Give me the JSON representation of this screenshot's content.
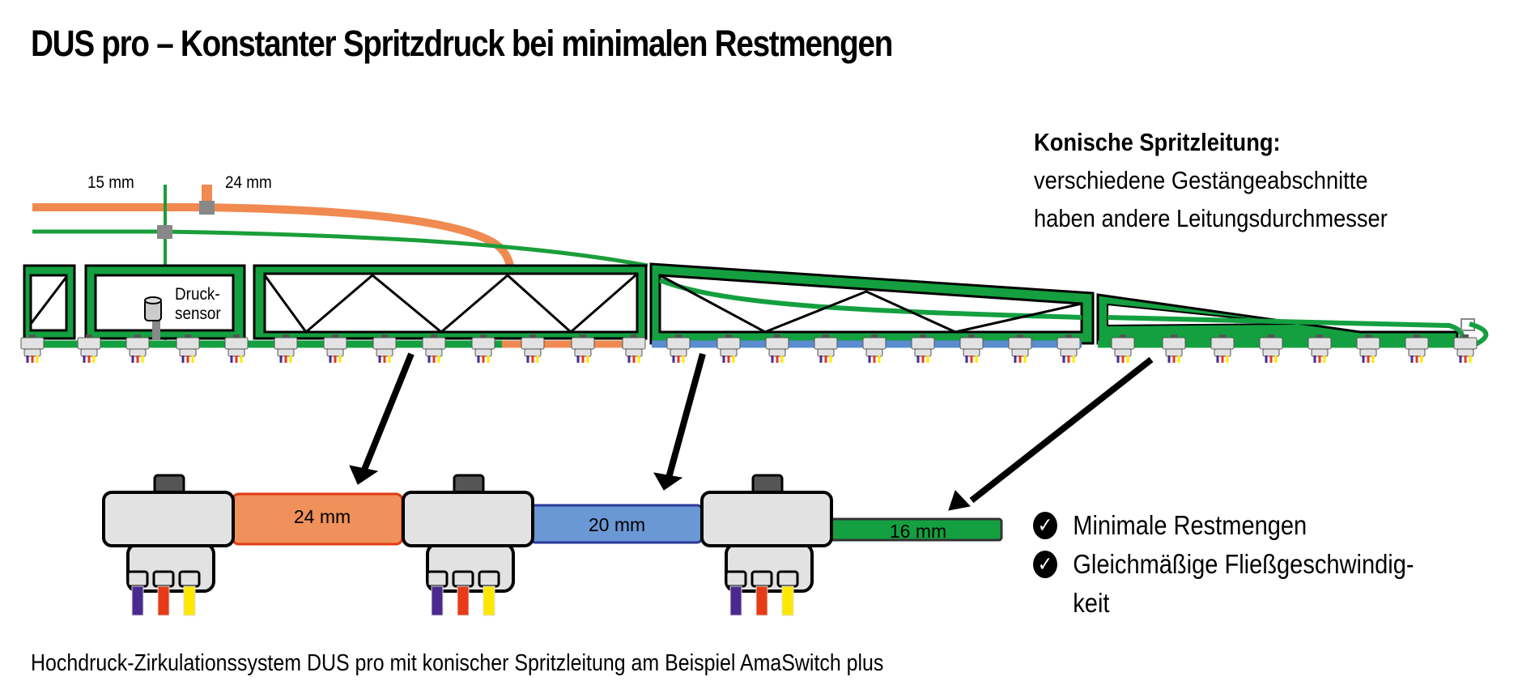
{
  "title": "DUS pro – Konstanter Spritzdruck bei minimalen Restmengen",
  "supply_lines": [
    {
      "label": "15 mm",
      "color": "#1a9e3a"
    },
    {
      "label": "24 mm",
      "color": "#f08a50"
    }
  ],
  "sensor_label_line1": "Druck-",
  "sensor_label_line2": "sensor",
  "info": {
    "heading": "Konische Spritzleitung:",
    "line1": "verschiedene Gestängeabschnitte",
    "line2": "haben andere Leitungsdurchmesser"
  },
  "detail_pipes": [
    {
      "label": "24 mm",
      "fill": "#f0905a",
      "stroke": "#e03a10"
    },
    {
      "label": "20 mm",
      "fill": "#6a98d4",
      "stroke": "#2a3a9a"
    },
    {
      "label": "16 mm",
      "fill": "#14a040",
      "stroke": "#333333"
    }
  ],
  "benefits": [
    {
      "icon": "check-circle-icon",
      "line1": "Minimale Restmengen"
    },
    {
      "icon": "check-circle-icon",
      "line1": "Gleichmäßige Fließgeschwindig-",
      "line2": "keit"
    }
  ],
  "caption": "Hochdruck-Zirkulationssystem DUS pro mit konischer Spritzleitung am Beispiel AmaSwitch plus",
  "colors": {
    "boom_green": "#14a040",
    "orange": "#f08a50",
    "blue": "#5a8cd0",
    "nozzle_body": "#e2e2e2",
    "wire_purple": "#4a2a90",
    "wire_red": "#e83a18",
    "wire_yellow": "#ffe800"
  }
}
